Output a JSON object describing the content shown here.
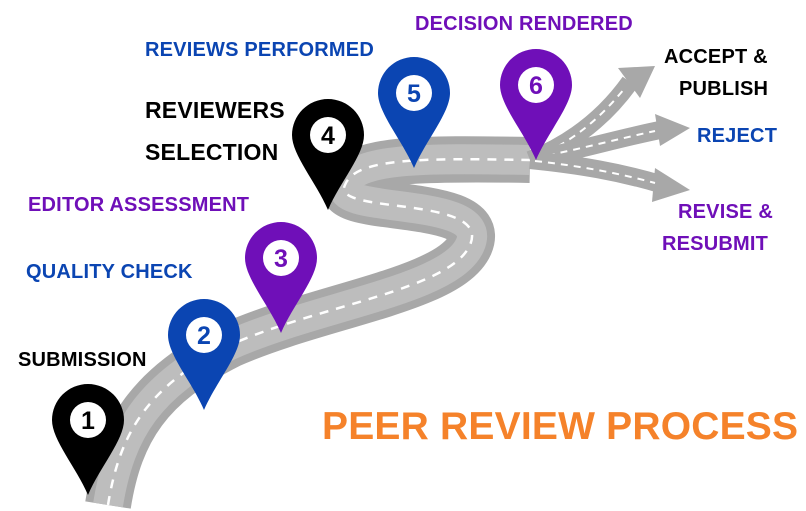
{
  "title": "PEER REVIEW PROCESS",
  "colors": {
    "black": "#000000",
    "blue": "#0b45b2",
    "purple": "#6f0fb8",
    "orange": "#f5822a",
    "road": "#a8a8a8"
  },
  "steps": [
    {
      "number": "1",
      "label": "SUBMISSION",
      "color": "black"
    },
    {
      "number": "2",
      "label": "QUALITY CHECK",
      "color": "blue"
    },
    {
      "number": "3",
      "label": "EDITOR ASSESSMENT",
      "color": "purple"
    },
    {
      "number": "4",
      "label_line1": "REVIEWERS",
      "label_line2": "SELECTION",
      "color": "black"
    },
    {
      "number": "5",
      "label": "REVIEWS PERFORMED",
      "color": "blue"
    },
    {
      "number": "6",
      "label": "DECISION RENDERED",
      "color": "purple"
    }
  ],
  "outcomes": [
    {
      "line1": "ACCEPT &",
      "line2": "PUBLISH",
      "color": "black"
    },
    {
      "line1": "REJECT",
      "color": "blue"
    },
    {
      "line1": "REVISE &",
      "line2": "RESUBMIT",
      "color": "purple"
    }
  ]
}
